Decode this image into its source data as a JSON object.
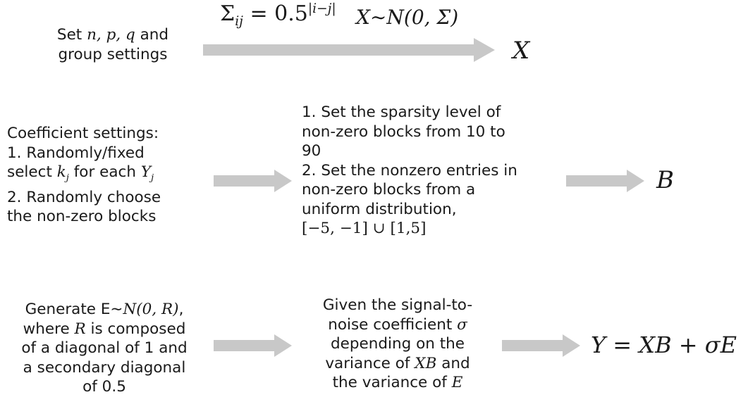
{
  "row1": {
    "input_lines": [
      [
        "Set ",
        "n, p, q",
        " and"
      ],
      [
        "group settings"
      ]
    ],
    "formula_cov": {
      "sym": "Σ",
      "sub": "ij",
      "eq": " = 0.5",
      "sup": "|i−j|"
    },
    "formula_dist": "X∼N(0, Σ)",
    "output": "X"
  },
  "row2": {
    "input_lines": [
      [
        "Coefficient settings:"
      ],
      [
        "1. Randomly/fixed"
      ],
      [
        "select ",
        "k",
        "j",
        " for each ",
        "Y",
        "j"
      ],
      [
        "2. Randomly choose"
      ],
      [
        "the non-zero blocks"
      ]
    ],
    "middle_lines": [
      "1. Set the sparsity level of",
      "non-zero blocks from 10 to",
      "90",
      "2. Set the nonzero entries in",
      "non-zero blocks from a",
      "uniform distribution,",
      "[−5, −1] ∪ [1,5]"
    ],
    "output": "B"
  },
  "row3": {
    "input_lines": [
      [
        "Generate E∼",
        "N(0, R)",
        ","
      ],
      [
        "where ",
        "R",
        " is composed"
      ],
      [
        "of a diagonal of 1 and"
      ],
      [
        "a secondary diagonal"
      ],
      [
        "of 0.5"
      ]
    ],
    "middle_lines": [
      [
        "Given the signal-to-"
      ],
      [
        "noise coefficient ",
        "σ"
      ],
      [
        "depending on the"
      ],
      [
        "variance of ",
        "XB",
        " and"
      ],
      [
        "the variance of ",
        "E"
      ]
    ],
    "output": "Y = XB + σE"
  },
  "colors": {
    "arrow": "#c8c8c8",
    "text": "#1a1a1a"
  }
}
